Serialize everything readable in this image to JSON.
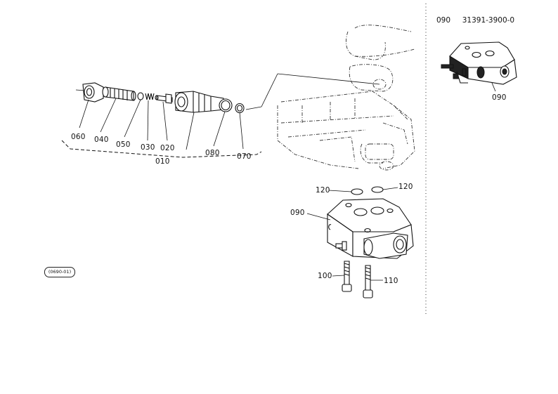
{
  "header": {
    "part_no": "090",
    "part_code": "31391-3900-0"
  },
  "inset_label": "090",
  "callouts": {
    "p060": "060",
    "p040": "040",
    "p050": "050",
    "p030": "030",
    "p020": "020",
    "p080": "080",
    "p070": "070",
    "p010": "010",
    "p120a": "120",
    "p120b": "120",
    "p090": "090",
    "p100": "100",
    "p110": "110"
  },
  "stamp": "(0690-01)"
}
